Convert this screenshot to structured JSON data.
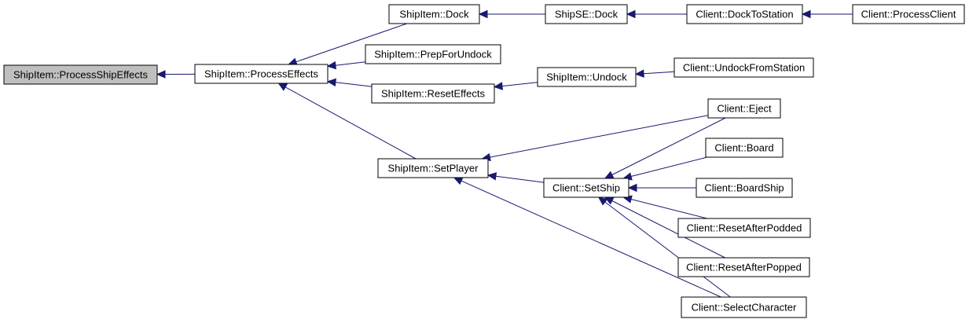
{
  "colors": {
    "edge": "#191970",
    "root_fill": "#bfbfbf",
    "node_fill": "#ffffff",
    "border": "#000000"
  },
  "nodes": {
    "n_process_ship_effects": "ShipItem::ProcessShipEffects",
    "n_process_effects": "ShipItem::ProcessEffects",
    "n_dock": "ShipItem::Dock",
    "n_prep_for_undock": "ShipItem::PrepForUndock",
    "n_reset_effects": "ShipItem::ResetEffects",
    "n_set_player": "ShipItem::SetPlayer",
    "n_shipse_dock": "ShipSE::Dock",
    "n_undock": "ShipItem::Undock",
    "n_set_ship": "Client::SetShip",
    "n_dock_to_station": "Client::DockToStation",
    "n_process_client": "Client::ProcessClient",
    "n_undock_from_station": "Client::UndockFromStation",
    "n_eject": "Client::Eject",
    "n_board": "Client::Board",
    "n_board_ship": "Client::BoardShip",
    "n_reset_after_podded": "Client::ResetAfterPodded",
    "n_reset_after_popped": "Client::ResetAfterPopped",
    "n_select_character": "Client::SelectCharacter"
  },
  "edges": [
    {
      "from": "n_process_effects",
      "to": "n_process_ship_effects"
    },
    {
      "from": "n_dock",
      "to": "n_process_effects"
    },
    {
      "from": "n_prep_for_undock",
      "to": "n_process_effects"
    },
    {
      "from": "n_reset_effects",
      "to": "n_process_effects"
    },
    {
      "from": "n_set_player",
      "to": "n_process_effects"
    },
    {
      "from": "n_shipse_dock",
      "to": "n_dock"
    },
    {
      "from": "n_dock_to_station",
      "to": "n_shipse_dock"
    },
    {
      "from": "n_process_client",
      "to": "n_dock_to_station"
    },
    {
      "from": "n_undock",
      "to": "n_reset_effects"
    },
    {
      "from": "n_undock_from_station",
      "to": "n_undock"
    },
    {
      "from": "n_eject",
      "to": "n_set_player"
    },
    {
      "from": "n_set_ship",
      "to": "n_set_player"
    },
    {
      "from": "n_select_character",
      "to": "n_set_player"
    },
    {
      "from": "n_eject",
      "to": "n_set_ship"
    },
    {
      "from": "n_board",
      "to": "n_set_ship"
    },
    {
      "from": "n_board_ship",
      "to": "n_set_ship"
    },
    {
      "from": "n_reset_after_podded",
      "to": "n_set_ship"
    },
    {
      "from": "n_reset_after_popped",
      "to": "n_set_ship"
    },
    {
      "from": "n_select_character",
      "to": "n_set_ship"
    }
  ]
}
